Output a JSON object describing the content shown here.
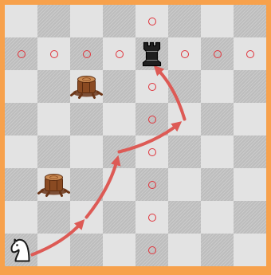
{
  "board": {
    "size": 8,
    "colors": {
      "frame": "#f7a14c",
      "light_square": "#e3e3e3",
      "dark_square": "#bdbdbd",
      "marker": "#e0323a",
      "path_arrow": "#dd5a55",
      "stump": "#8a4a22"
    },
    "pieces": [
      {
        "type": "knight",
        "color": "white",
        "icon": "white-knight-icon",
        "col": 0,
        "row": 7
      },
      {
        "type": "rook",
        "color": "black",
        "icon": "black-rook-icon",
        "col": 4,
        "row": 1
      }
    ],
    "obstacles": [
      {
        "type": "tree-stump",
        "icon": "tree-stump-icon",
        "col": 2,
        "row": 2
      },
      {
        "type": "tree-stump",
        "icon": "tree-stump-icon",
        "col": 1,
        "row": 5
      }
    ],
    "attack_markers": [
      {
        "col": 4,
        "row": 0
      },
      {
        "col": 0,
        "row": 1
      },
      {
        "col": 1,
        "row": 1
      },
      {
        "col": 2,
        "row": 1
      },
      {
        "col": 3,
        "row": 1
      },
      {
        "col": 5,
        "row": 1
      },
      {
        "col": 6,
        "row": 1
      },
      {
        "col": 7,
        "row": 1
      },
      {
        "col": 4,
        "row": 2
      },
      {
        "col": 4,
        "row": 3
      },
      {
        "col": 4,
        "row": 4
      },
      {
        "col": 4,
        "row": 5
      },
      {
        "col": 4,
        "row": 6
      },
      {
        "col": 4,
        "row": 7
      }
    ],
    "knight_path": [
      {
        "col": 0,
        "row": 7
      },
      {
        "col": 2,
        "row": 6
      },
      {
        "col": 3,
        "row": 4
      },
      {
        "col": 5,
        "row": 3
      },
      {
        "col": 4,
        "row": 1
      }
    ]
  }
}
